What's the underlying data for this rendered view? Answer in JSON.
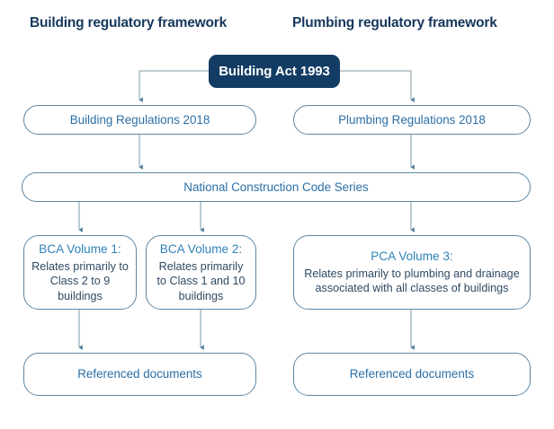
{
  "headings": {
    "left": "Building regulatory framework",
    "right": "Plumbing regulatory framework"
  },
  "nodes": {
    "act": {
      "label": "Building Act 1993"
    },
    "building_regulations": {
      "label": "Building Regulations 2018"
    },
    "plumbing_regulations": {
      "label": "Plumbing Regulations 2018"
    },
    "ncc": {
      "label": "National Construction Code Series"
    },
    "bca_volume_1": {
      "title": "BCA Volume 1:",
      "description": "Relates primarily to Class 2 to 9 buildings"
    },
    "bca_volume_2": {
      "title": "BCA Volume 2:",
      "description": "Relates primarily to Class 1 and 10 buildings"
    },
    "pca_volume_3": {
      "title": "PCA Volume 3:",
      "description": "Relates primarily to plumbing and drainage associated with all classes of buildings"
    },
    "referenced_documents_left": {
      "label": "Referenced documents"
    },
    "referenced_documents_right": {
      "label": "Referenced documents"
    }
  },
  "colors": {
    "heading_text": "#16375c",
    "act_fill": "#123c63",
    "act_text": "#ffffff",
    "node_border": "#5d87a4",
    "node_text": "#2c6ea4",
    "node_title_text": "#2e83b8",
    "node_desc_text": "#2f4a63",
    "connector": "#7b9eb4",
    "background": "#ffffff"
  }
}
